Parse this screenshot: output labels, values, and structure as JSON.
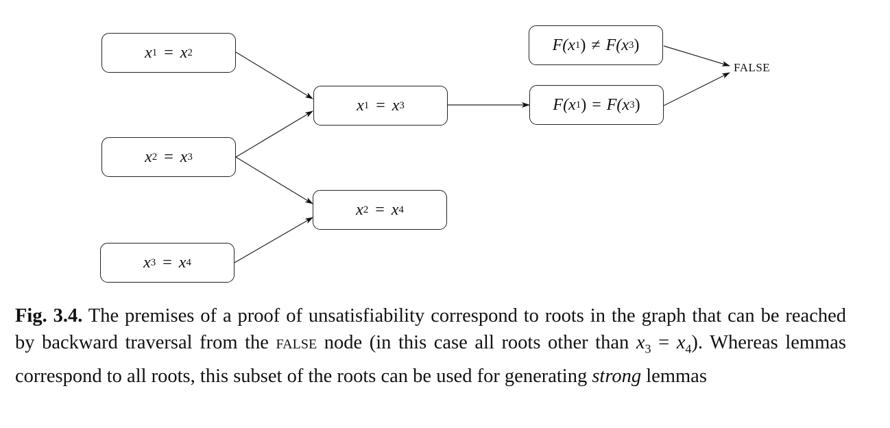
{
  "nodes": {
    "x1_eq_x2": {
      "lhs": "x",
      "lhs_sub": "1",
      "op": "=",
      "rhs": "x",
      "rhs_sub": "2"
    },
    "x2_eq_x3": {
      "lhs": "x",
      "lhs_sub": "2",
      "op": "=",
      "rhs": "x",
      "rhs_sub": "3"
    },
    "x3_eq_x4": {
      "lhs": "x",
      "lhs_sub": "3",
      "op": "=",
      "rhs": "x",
      "rhs_sub": "4"
    },
    "x1_eq_x3": {
      "lhs": "x",
      "lhs_sub": "1",
      "op": "=",
      "rhs": "x",
      "rhs_sub": "3"
    },
    "x2_eq_x4": {
      "lhs": "x",
      "lhs_sub": "2",
      "op": "=",
      "rhs": "x",
      "rhs_sub": "4"
    },
    "f_neq": {
      "lhs": "F(x",
      "lhs_sub": "1",
      "lhs_close": ")",
      "op": "≠",
      "rhs": "F(x",
      "rhs_sub": "3",
      "rhs_close": ")"
    },
    "f_eq": {
      "lhs": "F(x",
      "lhs_sub": "1",
      "lhs_close": ")",
      "op": "=",
      "rhs": "F(x",
      "rhs_sub": "3",
      "rhs_close": ")"
    },
    "false_label": "FALSE"
  },
  "caption": {
    "fig_label": "Fig. 3.4.",
    "text1": " The premises of a proof of unsatisfiability correspond to roots in the graph that can be reached by backward traversal from the ",
    "false_word": "false",
    "text2": " node (in this case all roots other than ",
    "math_lhs": "x",
    "math_lhs_sub": "3",
    "math_op": " = ",
    "math_rhs": "x",
    "math_rhs_sub": "4",
    "text3": "). Whereas lemmas correspond to all roots, this subset of the roots can be used for generating ",
    "strong": "strong",
    "text4": " lemmas"
  }
}
